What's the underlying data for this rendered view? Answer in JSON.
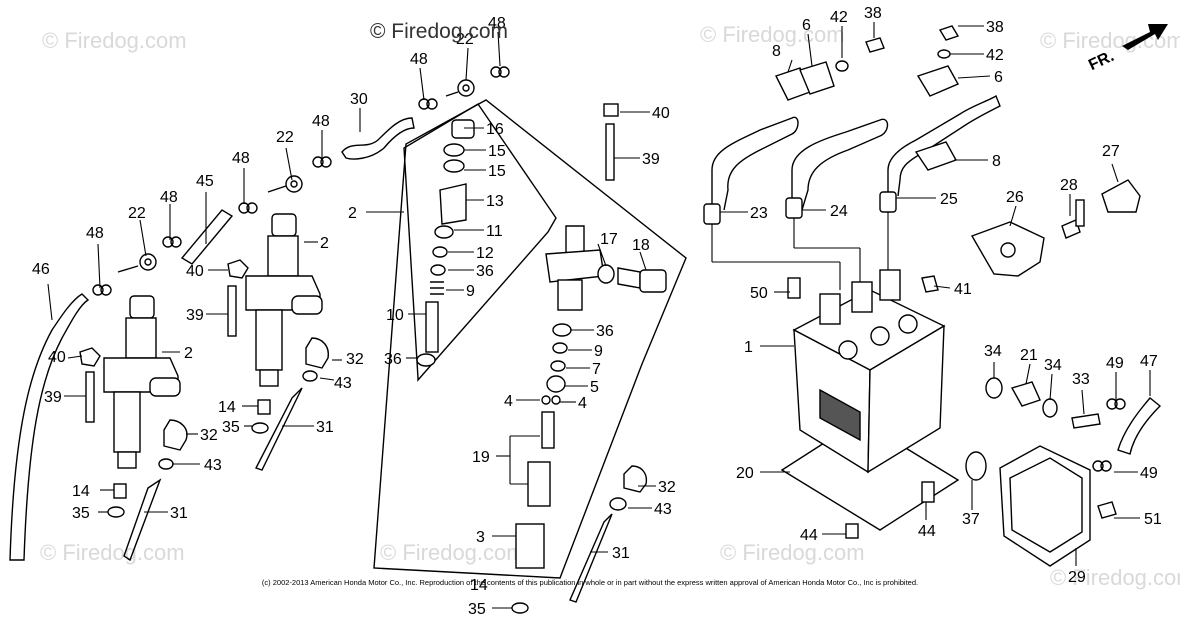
{
  "diagram": {
    "site_mark": "© Firedog.com",
    "watermark": "© Firedog.com",
    "direction_label": "FR.",
    "copyright": "(c) 2002-2013 American Honda Motor Co., Inc. Reproduction of the contents of this publication in whole or in part without the express written approval of American Honda Motor Co., Inc is prohibited.",
    "callouts": [
      "1",
      "2",
      "3",
      "4",
      "5",
      "6",
      "7",
      "8",
      "9",
      "10",
      "11",
      "12",
      "13",
      "14",
      "15",
      "16",
      "17",
      "18",
      "19",
      "20",
      "21",
      "22",
      "23",
      "24",
      "25",
      "26",
      "27",
      "28",
      "29",
      "30",
      "31",
      "32",
      "33",
      "34",
      "35",
      "36",
      "37",
      "38",
      "39",
      "40",
      "41",
      "42",
      "43",
      "44",
      "45",
      "46",
      "47",
      "48",
      "49",
      "50",
      "51"
    ]
  }
}
